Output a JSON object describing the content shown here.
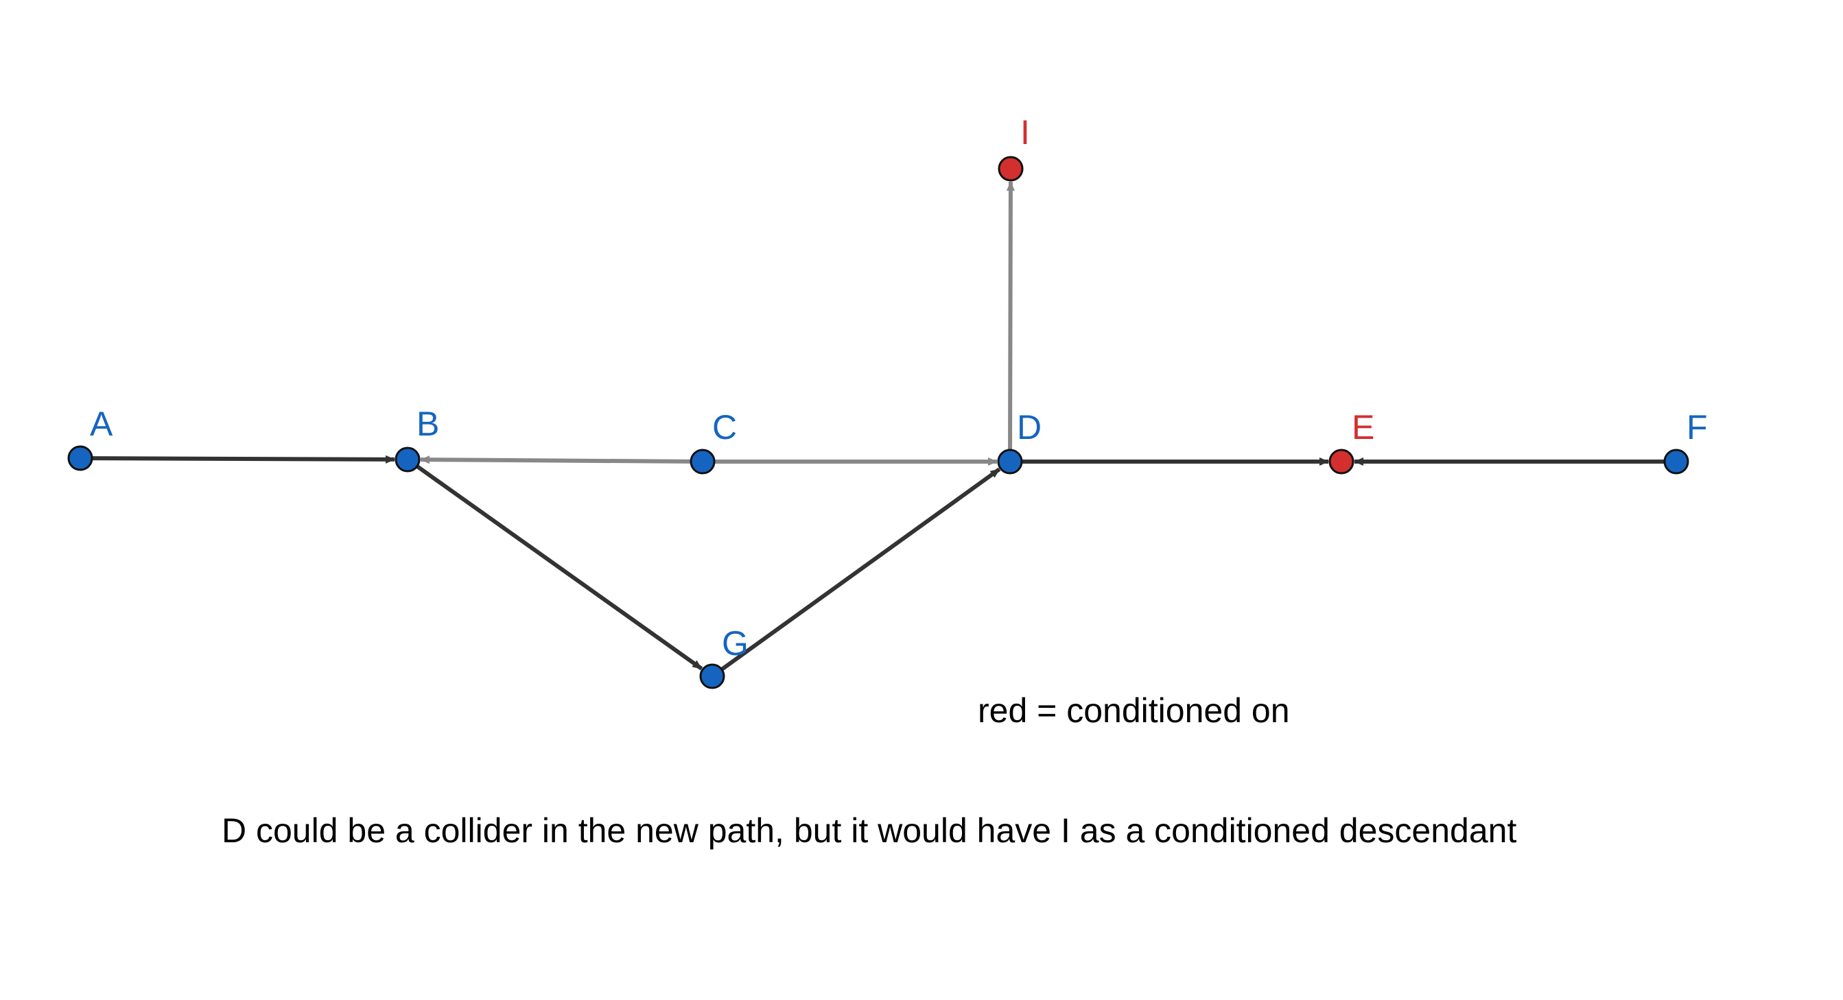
{
  "colors": {
    "blue_node": "#1565c0",
    "red_node": "#d32f2f",
    "blue_label": "#1565c0",
    "red_label": "#d32f2f",
    "dark_edge": "#333333",
    "gray_edge": "#888888",
    "node_stroke": "#111111"
  },
  "nodes": [
    {
      "id": "A",
      "label": "A",
      "conditioned": false
    },
    {
      "id": "B",
      "label": "B",
      "conditioned": false
    },
    {
      "id": "C",
      "label": "C",
      "conditioned": false
    },
    {
      "id": "D",
      "label": "D",
      "conditioned": false
    },
    {
      "id": "E",
      "label": "E",
      "conditioned": true
    },
    {
      "id": "F",
      "label": "F",
      "conditioned": false
    },
    {
      "id": "G",
      "label": "G",
      "conditioned": false
    },
    {
      "id": "I",
      "label": "I",
      "conditioned": true
    }
  ],
  "edges": [
    {
      "from": "A",
      "to": "B",
      "style": "dark"
    },
    {
      "from": "C",
      "to": "B",
      "style": "gray"
    },
    {
      "from": "C",
      "to": "D",
      "style": "gray"
    },
    {
      "from": "D",
      "to": "I",
      "style": "gray"
    },
    {
      "from": "B",
      "to": "G",
      "style": "dark"
    },
    {
      "from": "G",
      "to": "D",
      "style": "dark"
    },
    {
      "from": "D",
      "to": "E",
      "style": "dark"
    },
    {
      "from": "F",
      "to": "E",
      "style": "dark"
    }
  ],
  "legend": {
    "text": "red = conditioned on"
  },
  "caption": {
    "text": "D could be a collider in the new path, but it would have I as a conditioned descendant"
  }
}
